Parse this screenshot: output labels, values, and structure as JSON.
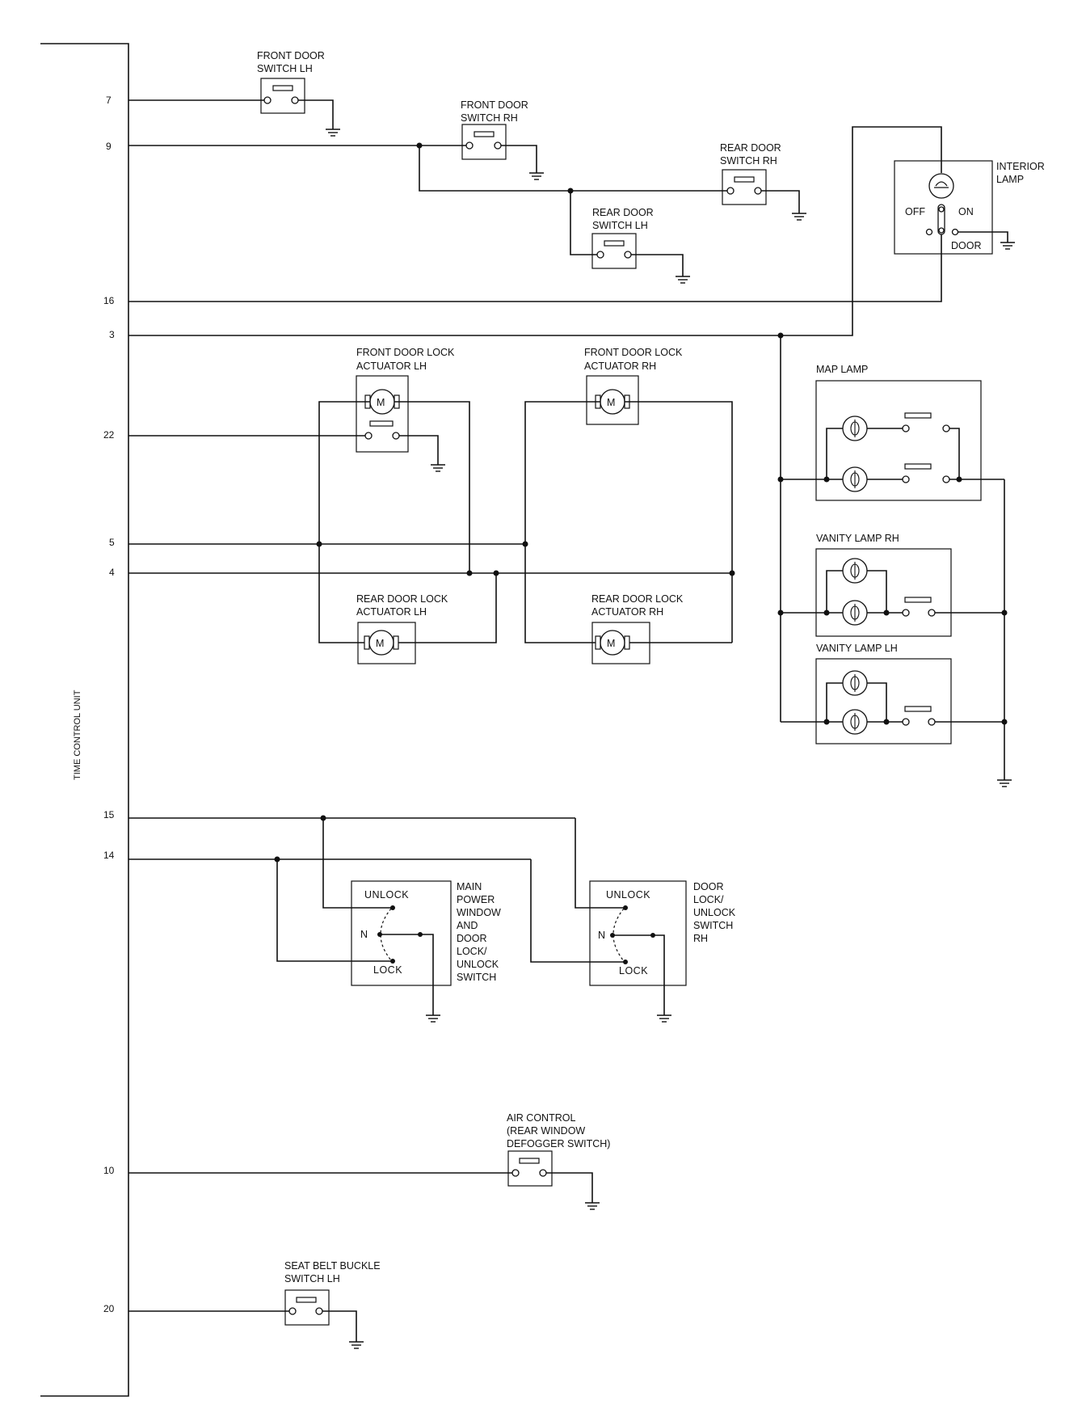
{
  "unit_label": "TIME CONTROL UNIT",
  "pins": {
    "p7": "7",
    "p9": "9",
    "p16": "16",
    "p3": "3",
    "p22": "22",
    "p5": "5",
    "p4": "4",
    "p15": "15",
    "p14": "14",
    "p10": "10",
    "p20": "20"
  },
  "labels": {
    "fdsw_lh": [
      "FRONT DOOR",
      "SWITCH LH"
    ],
    "fdsw_rh": [
      "FRONT DOOR",
      "SWITCH RH"
    ],
    "rdsw_rh": [
      "REAR DOOR",
      "SWITCH RH"
    ],
    "rdsw_lh": [
      "REAR DOOR",
      "SWITCH LH"
    ],
    "interior_lamp": [
      "INTERIOR",
      "LAMP"
    ],
    "il_off": "OFF",
    "il_on": "ON",
    "il_door": "DOOR",
    "fdla_lh": [
      "FRONT DOOR LOCK",
      "ACTUATOR LH"
    ],
    "fdla_rh": [
      "FRONT DOOR LOCK",
      "ACTUATOR RH"
    ],
    "rdla_lh": [
      "REAR DOOR LOCK",
      "ACTUATOR LH"
    ],
    "rdla_rh": [
      "REAR DOOR LOCK",
      "ACTUATOR RH"
    ],
    "motor": "M",
    "map_lamp": "MAP LAMP",
    "vanity_rh": "VANITY LAMP RH",
    "vanity_lh": "VANITY LAMP LH",
    "unlock": "UNLOCK",
    "lock": "LOCK",
    "neutral": "N",
    "main_pw": [
      "MAIN",
      "POWER",
      "WINDOW",
      "AND",
      "DOOR",
      "LOCK/",
      "UNLOCK",
      "SWITCH"
    ],
    "dl_rh": [
      "DOOR",
      "LOCK/",
      "UNLOCK",
      "SWITCH",
      "RH"
    ],
    "air_control": [
      "AIR CONTROL",
      "(REAR WINDOW",
      "DEFOGGER SWITCH)"
    ],
    "seat_belt": [
      "SEAT BELT BUCKLE",
      "SWITCH LH"
    ]
  }
}
